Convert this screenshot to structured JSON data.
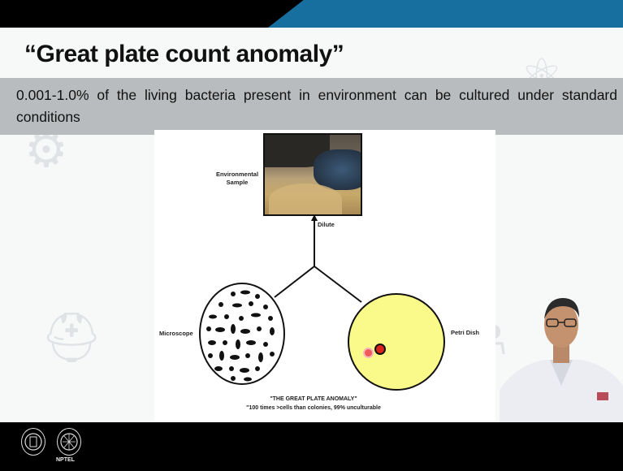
{
  "slide": {
    "title": "“Great plate count anomaly”",
    "banner_text": "0.001-1.0% of the living bacteria present in environment can be cultured under standard conditions"
  },
  "figure": {
    "sample_label": "Environmental Sample",
    "dilute_label": "Dilute",
    "microscope_label": "Microscope",
    "petri_label": "Petri Dish",
    "caption_title": "\"THE GREAT PLATE ANOMALY\"",
    "caption_sub": "\"100 times >cells than colonies, 99% unculturable"
  },
  "footer": {
    "logo_text": "NPTEL"
  },
  "colors": {
    "teal_bar": "#176fa0",
    "banner": "#b9bcbe",
    "petri": "#fafa8a",
    "colony": "#d8241c"
  }
}
